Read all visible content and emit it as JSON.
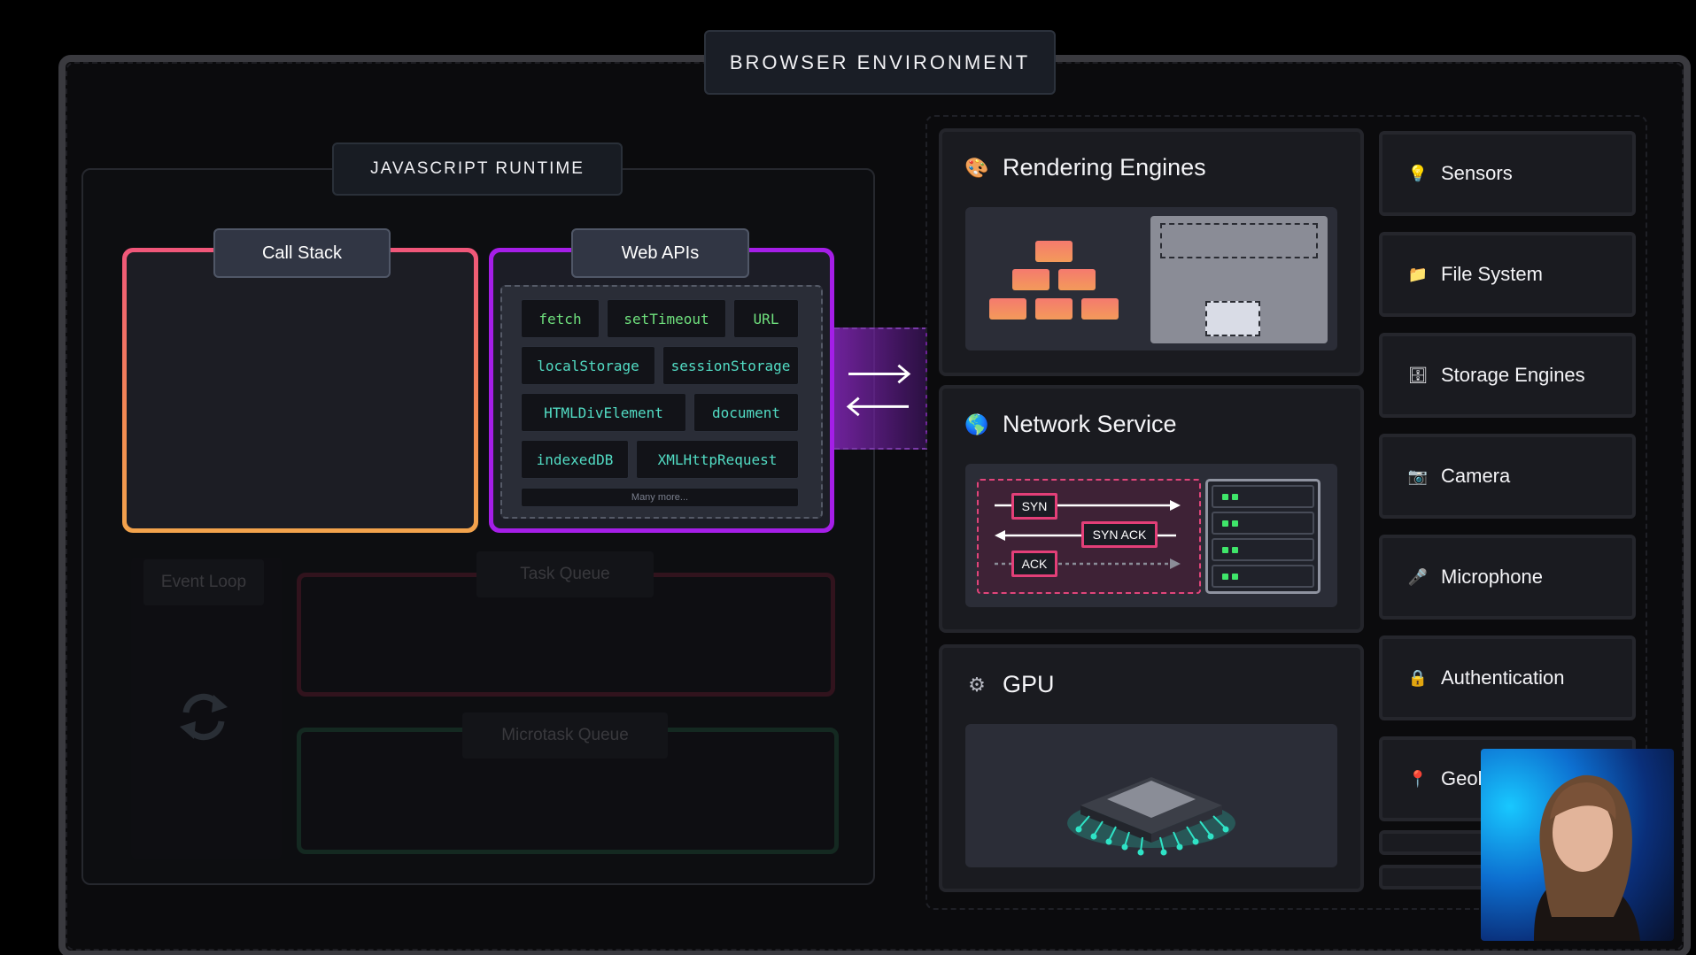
{
  "browser_environment": {
    "title": "BROWSER ENVIRONMENT"
  },
  "javascript_runtime": {
    "title": "JAVASCRIPT RUNTIME",
    "call_stack": {
      "title": "Call Stack"
    },
    "web_apis": {
      "title": "Web APIs",
      "items": [
        "fetch",
        "setTimeout",
        "URL",
        "localStorage",
        "sessionStorage",
        "HTMLDivElement",
        "document",
        "indexedDB",
        "XMLHttpRequest"
      ],
      "more": "Many more..."
    },
    "event_loop": {
      "title": "Event Loop"
    },
    "task_queue": {
      "title": "Task Queue"
    },
    "microtask_queue": {
      "title": "Microtask Queue"
    }
  },
  "panels": {
    "rendering": {
      "title": "Rendering Engines",
      "icon": "palette-icon"
    },
    "network": {
      "title": "Network Service",
      "icon": "globe-icon",
      "packets": [
        "SYN",
        "SYN ACK",
        "ACK"
      ]
    },
    "gpu": {
      "title": "GPU",
      "icon": "gear-icon"
    }
  },
  "side_items": [
    {
      "label": "Sensors",
      "icon": "lightbulb-icon"
    },
    {
      "label": "File System",
      "icon": "folder-icon"
    },
    {
      "label": "Storage Engines",
      "icon": "cabinet-icon"
    },
    {
      "label": "Camera",
      "icon": "camera-icon"
    },
    {
      "label": "Microphone",
      "icon": "microphone-icon"
    },
    {
      "label": "Authentication",
      "icon": "lock-icon"
    },
    {
      "label": "Geol",
      "icon": "pin-icon"
    }
  ],
  "colors": {
    "call_stack_gradient": [
      "#f0567a",
      "#f2a34c"
    ],
    "web_apis_border": "#a51ee8",
    "task_queue_border": "#b1294a",
    "microtask_queue_border": "#2d8f5c",
    "api_green": "#6fe07d",
    "api_teal": "#52dcc4"
  }
}
